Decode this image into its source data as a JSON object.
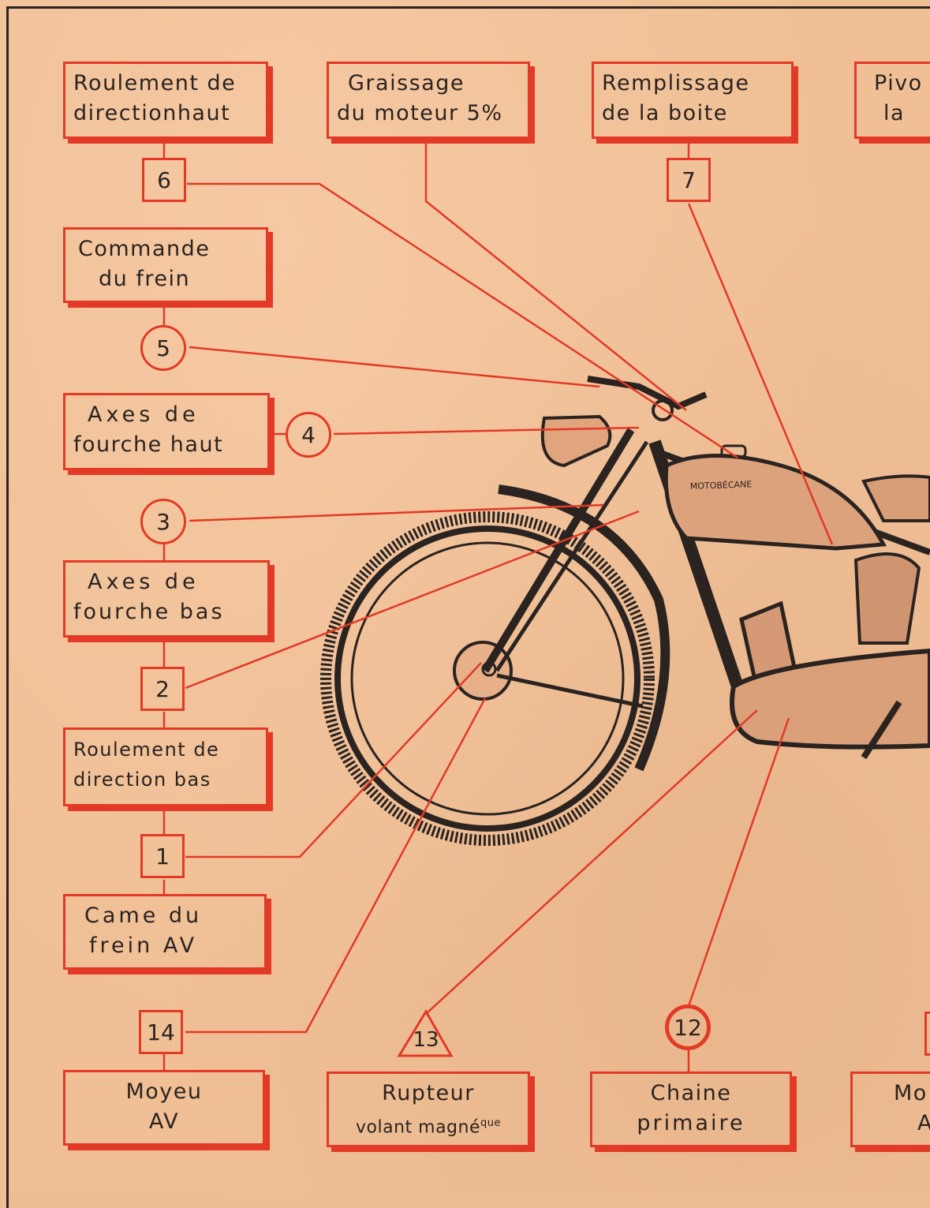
{
  "labels": {
    "roulement_haut": [
      "Roulement de",
      "directionhaut"
    ],
    "graissage": [
      "Graissage",
      "du moteur 5%"
    ],
    "remplissage": [
      "Remplissage",
      "de la boite"
    ],
    "pivot": [
      "Pivo",
      "la"
    ],
    "commande_frein": [
      "Commande",
      "du frein"
    ],
    "axes_haut": [
      "Axes de",
      "fourche haut"
    ],
    "axes_bas": [
      "Axes de",
      "fourche bas"
    ],
    "roulement_bas": [
      "Roulement de",
      "direction bas"
    ],
    "came_frein": [
      "Came du",
      "frein AV"
    ],
    "moyeu": [
      "Moyeu",
      "AV"
    ],
    "rupteur": [
      "Rupteur",
      "volant magné",
      "que"
    ],
    "chaine": [
      "Chaine",
      "primaire"
    ],
    "moyeu_ar": [
      "Mo",
      "A"
    ]
  },
  "markers": {
    "m6": "6",
    "m7": "7",
    "m5": "5",
    "m4": "4",
    "m3": "3",
    "m2": "2",
    "m1": "1",
    "m14": "14",
    "m13": "13",
    "m12": "12"
  },
  "brand": "MOTOBÉCANE",
  "colors": {
    "paper": "#f0bf95",
    "accent": "#e23a26",
    "ink": "#2a2320"
  }
}
